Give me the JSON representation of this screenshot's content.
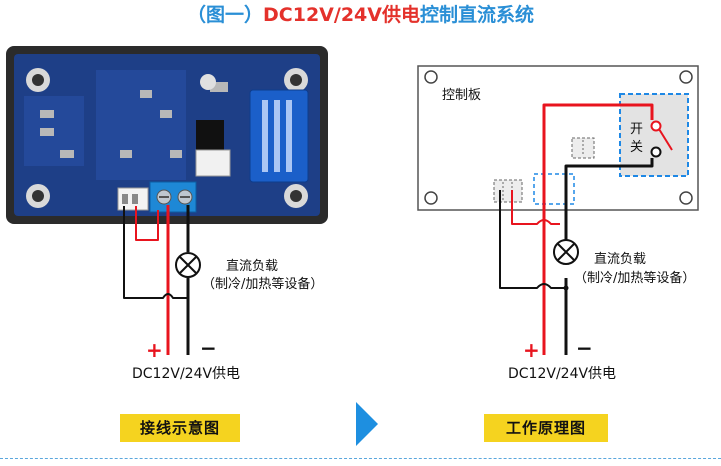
{
  "title": {
    "prefix": "（图一）",
    "highlight": "DC12V/24V供电",
    "suffix": "控制直流系统"
  },
  "left": {
    "load_label": "直流负载",
    "load_sub": "（制冷/加热等设备）",
    "plus": "+",
    "minus": "−",
    "supply": "DC12V/24V供电",
    "badge": "接线示意图"
  },
  "right": {
    "board_label": "控制板",
    "switch_open": "开",
    "switch_close": "关",
    "load_label": "直流负载",
    "load_sub": "（制冷/加热等设备）",
    "plus": "+",
    "minus": "−",
    "supply": "DC12V/24V供电",
    "badge": "工作原理图"
  },
  "colors": {
    "accent": "#2a8fd6",
    "red_wire": "#e8141e",
    "badge": "#f5d31f",
    "arrow": "#1e8fe0"
  }
}
